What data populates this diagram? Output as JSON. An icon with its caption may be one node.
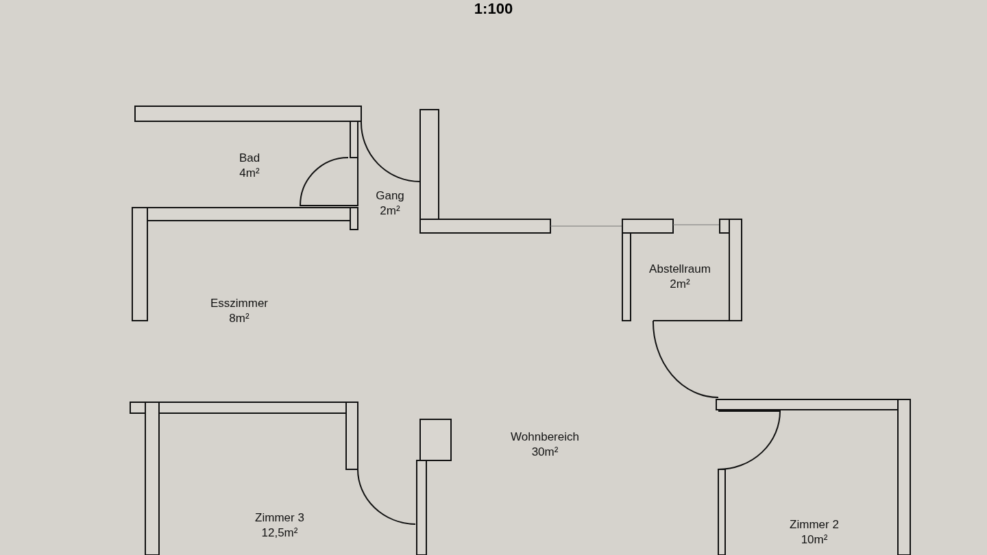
{
  "diagram": {
    "title": "1:100",
    "labels": [
      "Bad 4m²",
      "Gang 2m²",
      "Abstellraum 2m²",
      "Esszimmer 8m²",
      "Wohnbereich 30m²",
      "Zimmer 2 10m²",
      "Zimmer 3 12,5m²"
    ]
  }
}
